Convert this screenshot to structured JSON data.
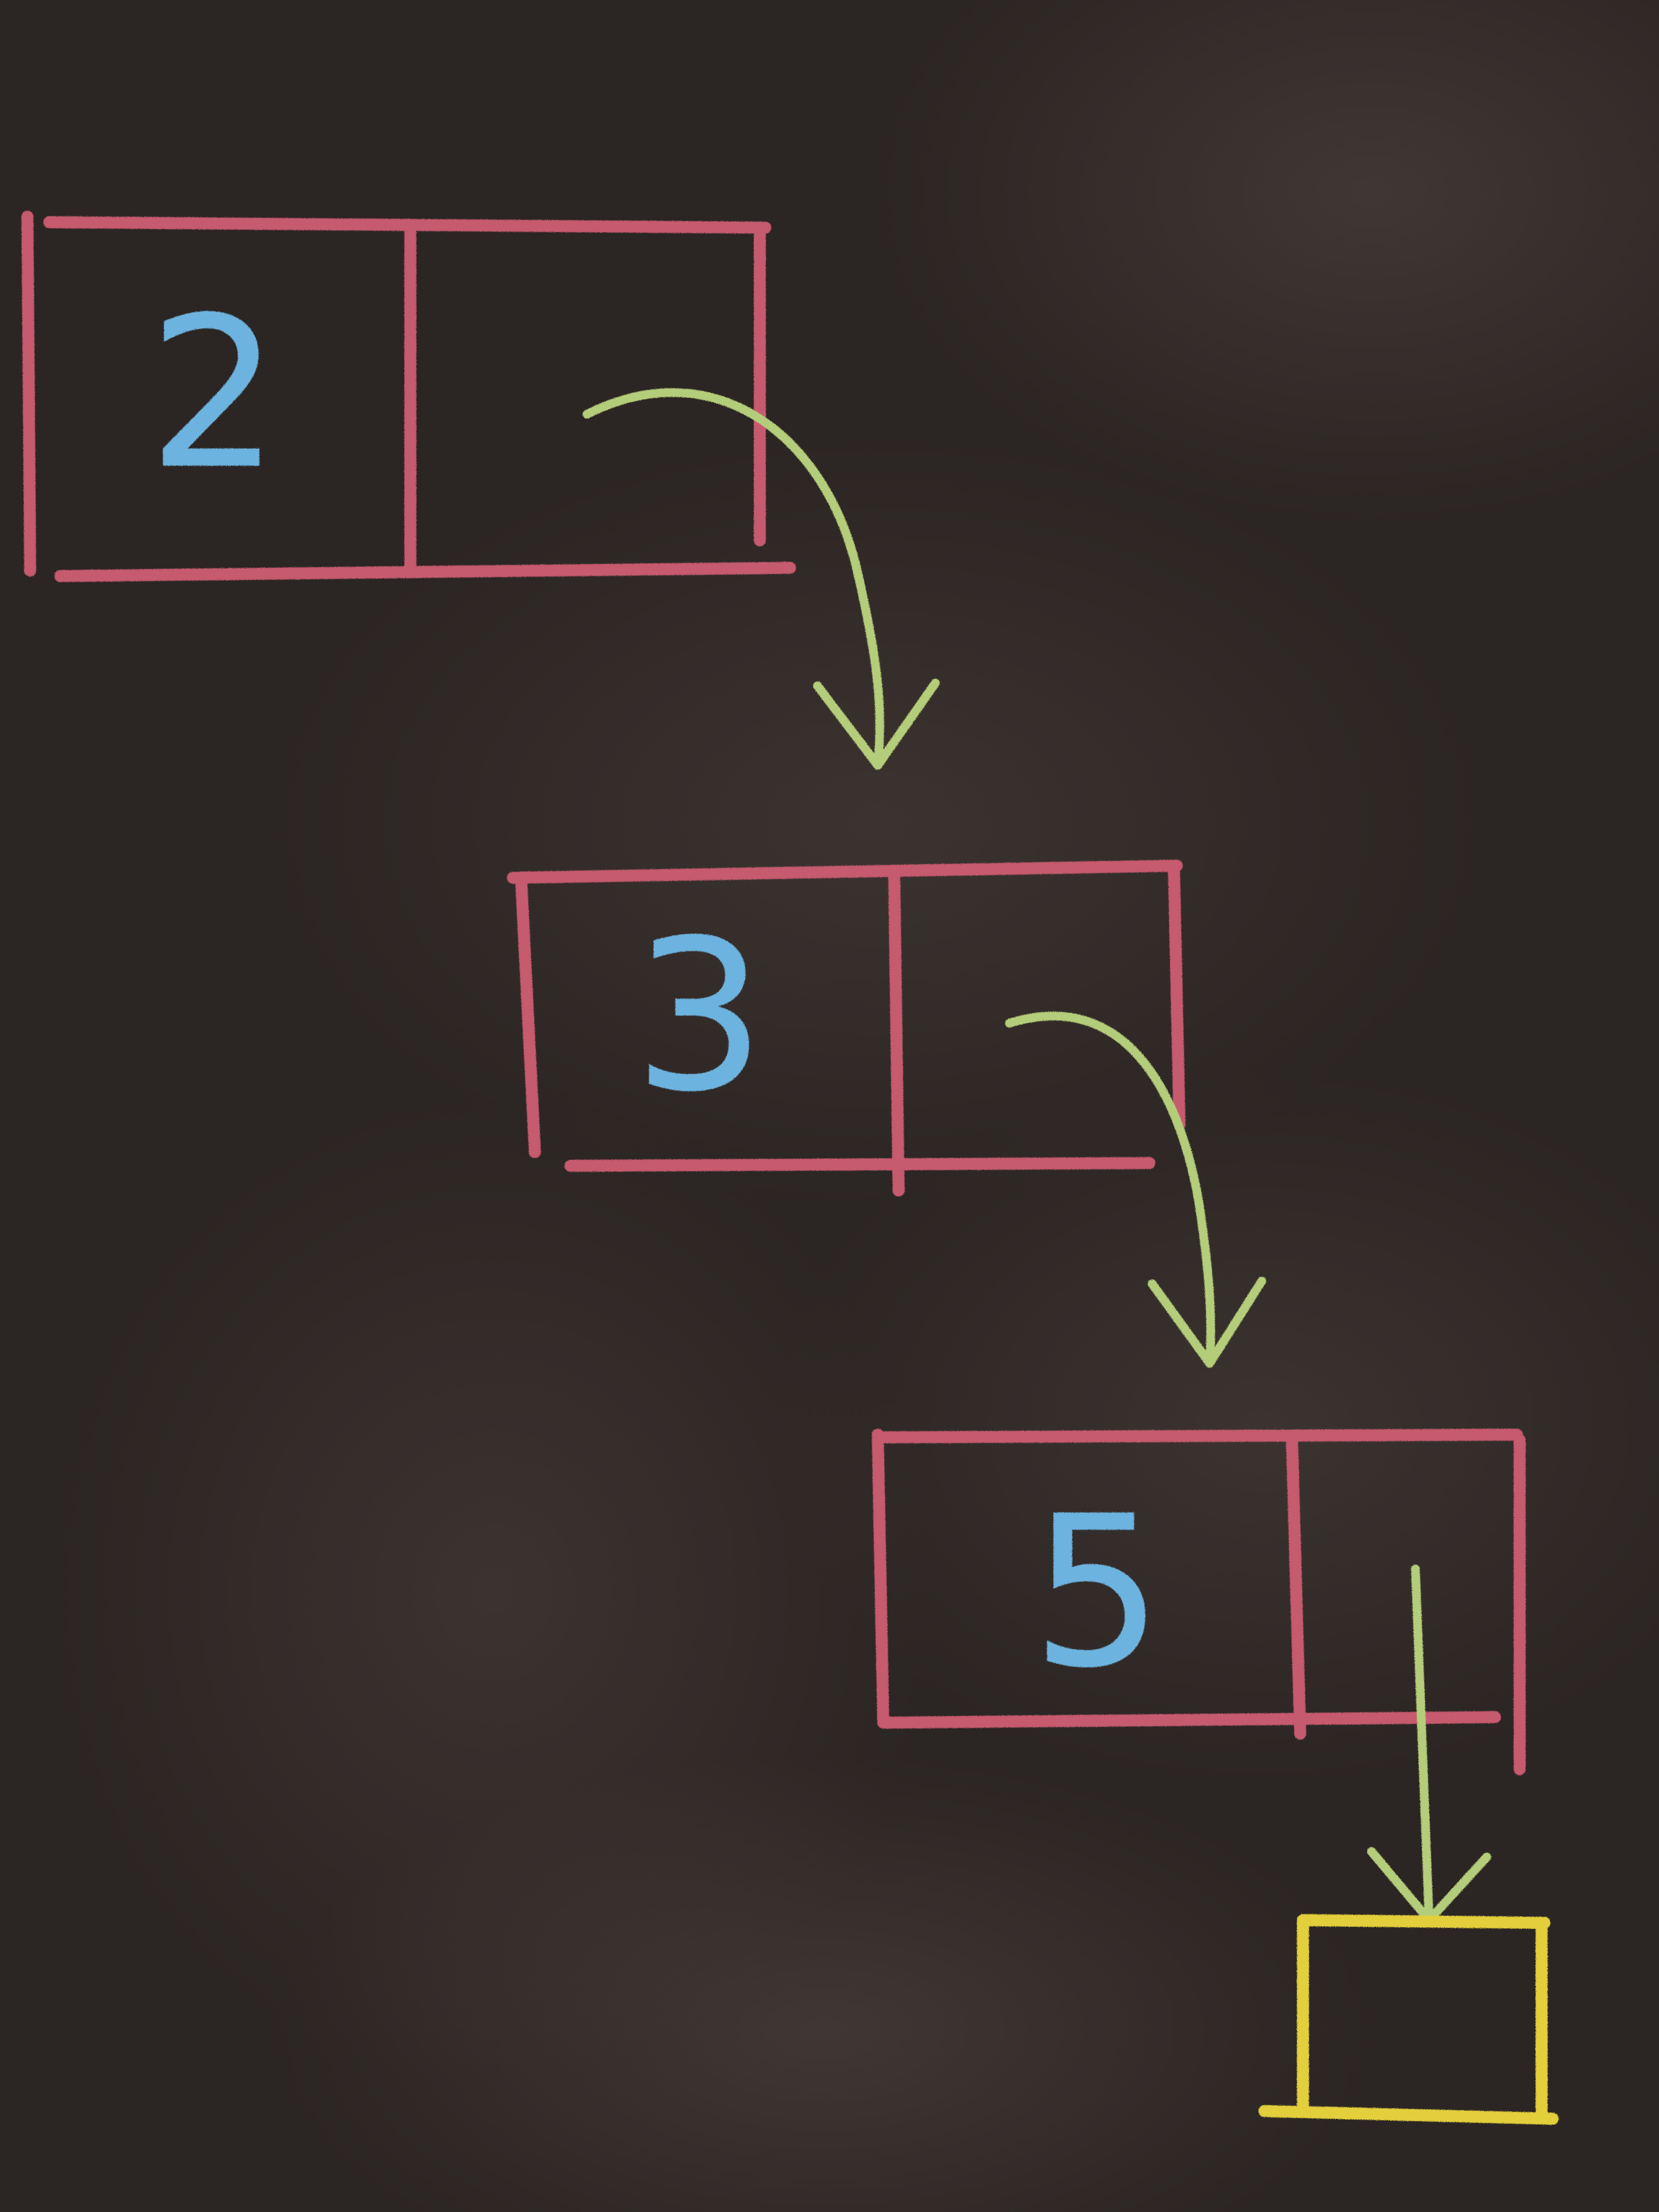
{
  "colors": {
    "board": "#2b2523",
    "node_outline": "#c65a6e",
    "value_text": "#6db3df",
    "pointer_arrow": "#b4cd7a",
    "null_box": "#e3cf3a"
  },
  "nodes": [
    {
      "value": "2"
    },
    {
      "value": "3"
    },
    {
      "value": "5"
    }
  ]
}
